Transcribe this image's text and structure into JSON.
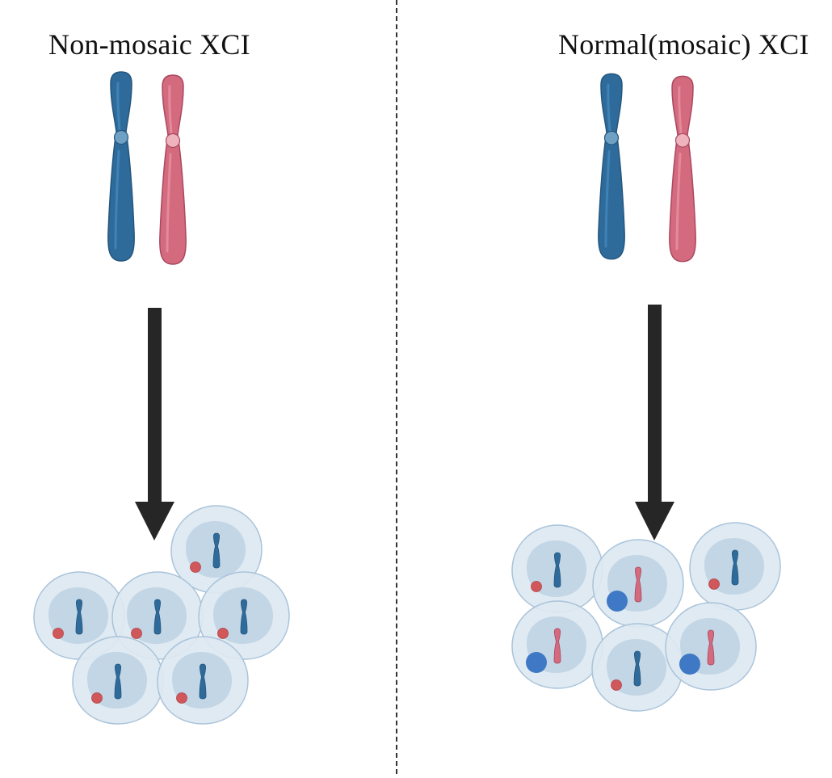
{
  "panels": [
    {
      "title": "Non-mosaic XCI",
      "cells": [
        {
          "x_chromosome_color": "blue",
          "marker": "red-dot"
        },
        {
          "x_chromosome_color": "blue",
          "marker": "red-dot"
        },
        {
          "x_chromosome_color": "blue",
          "marker": "red-dot"
        },
        {
          "x_chromosome_color": "blue",
          "marker": "red-dot"
        },
        {
          "x_chromosome_color": "blue",
          "marker": "red-dot"
        },
        {
          "x_chromosome_color": "blue",
          "marker": "red-dot"
        }
      ]
    },
    {
      "title": "Normal(mosaic) XCI",
      "cells": [
        {
          "x_chromosome_color": "blue",
          "marker": "red-dot"
        },
        {
          "x_chromosome_color": "pink",
          "marker": "blue-dot"
        },
        {
          "x_chromosome_color": "blue",
          "marker": "red-dot"
        },
        {
          "x_chromosome_color": "pink",
          "marker": "blue-dot"
        },
        {
          "x_chromosome_color": "blue",
          "marker": "red-dot"
        },
        {
          "x_chromosome_color": "pink",
          "marker": "blue-dot"
        }
      ]
    }
  ],
  "colors": {
    "maternal_x": "#2f6b9a",
    "paternal_x": "#d46a7e",
    "cell_membrane": "#dde8f1",
    "cell_nucleus": "#c3d6e6",
    "red_marker": "#d0575a",
    "blue_marker": "#3f78c4",
    "arrow": "#262626"
  }
}
